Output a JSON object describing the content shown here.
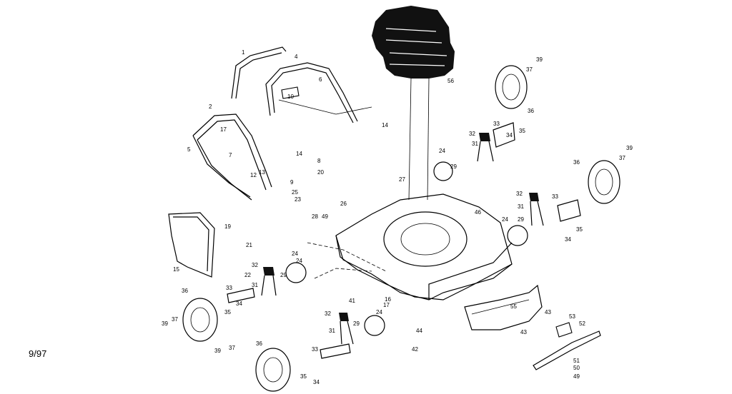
{
  "date_code": "9/97",
  "callouts": [
    {
      "id": "c1",
      "text": "1"
    },
    {
      "id": "c2",
      "text": "2"
    },
    {
      "id": "c4",
      "text": "4"
    },
    {
      "id": "c5",
      "text": "5"
    },
    {
      "id": "c6",
      "text": "6"
    },
    {
      "id": "c7",
      "text": "7"
    },
    {
      "id": "c8",
      "text": "8"
    },
    {
      "id": "c9",
      "text": "9"
    },
    {
      "id": "c10",
      "text": "10"
    },
    {
      "id": "c12",
      "text": "12"
    },
    {
      "id": "c13",
      "text": "13"
    },
    {
      "id": "c14a",
      "text": "14"
    },
    {
      "id": "c14b",
      "text": "14"
    },
    {
      "id": "c15",
      "text": "15"
    },
    {
      "id": "c16",
      "text": "16"
    },
    {
      "id": "c17a",
      "text": "17"
    },
    {
      "id": "c17b",
      "text": "17"
    },
    {
      "id": "c19",
      "text": "19"
    },
    {
      "id": "c20",
      "text": "20"
    },
    {
      "id": "c21",
      "text": "21"
    },
    {
      "id": "c22",
      "text": "22"
    },
    {
      "id": "c23",
      "text": "23"
    },
    {
      "id": "c24a",
      "text": "24"
    },
    {
      "id": "c24b",
      "text": "24"
    },
    {
      "id": "c24c",
      "text": "24"
    },
    {
      "id": "c24d",
      "text": "24"
    },
    {
      "id": "c24e",
      "text": "24"
    },
    {
      "id": "c25",
      "text": "25"
    },
    {
      "id": "c26",
      "text": "26"
    },
    {
      "id": "c27",
      "text": "27"
    },
    {
      "id": "c28",
      "text": "28"
    },
    {
      "id": "c29a",
      "text": "29"
    },
    {
      "id": "c29b",
      "text": "29"
    },
    {
      "id": "c29c",
      "text": "29"
    },
    {
      "id": "c29d",
      "text": "29"
    },
    {
      "id": "c31a",
      "text": "31"
    },
    {
      "id": "c31b",
      "text": "31"
    },
    {
      "id": "c31c",
      "text": "31"
    },
    {
      "id": "c31d",
      "text": "31"
    },
    {
      "id": "c32a",
      "text": "32"
    },
    {
      "id": "c32b",
      "text": "32"
    },
    {
      "id": "c32c",
      "text": "32"
    },
    {
      "id": "c32d",
      "text": "32"
    },
    {
      "id": "c33a",
      "text": "33"
    },
    {
      "id": "c33b",
      "text": "33"
    },
    {
      "id": "c33c",
      "text": "33"
    },
    {
      "id": "c33d",
      "text": "33"
    },
    {
      "id": "c34a",
      "text": "34"
    },
    {
      "id": "c34b",
      "text": "34"
    },
    {
      "id": "c34c",
      "text": "34"
    },
    {
      "id": "c34d",
      "text": "34"
    },
    {
      "id": "c35a",
      "text": "35"
    },
    {
      "id": "c35b",
      "text": "35"
    },
    {
      "id": "c35c",
      "text": "35"
    },
    {
      "id": "c35d",
      "text": "35"
    },
    {
      "id": "c36a",
      "text": "36"
    },
    {
      "id": "c36b",
      "text": "36"
    },
    {
      "id": "c36c",
      "text": "36"
    },
    {
      "id": "c36d",
      "text": "36"
    },
    {
      "id": "c37a",
      "text": "37"
    },
    {
      "id": "c37b",
      "text": "37"
    },
    {
      "id": "c37c",
      "text": "37"
    },
    {
      "id": "c37d",
      "text": "37"
    },
    {
      "id": "c39a",
      "text": "39"
    },
    {
      "id": "c39b",
      "text": "39"
    },
    {
      "id": "c39c",
      "text": "39"
    },
    {
      "id": "c39d",
      "text": "39"
    },
    {
      "id": "c41",
      "text": "41"
    },
    {
      "id": "c42",
      "text": "42"
    },
    {
      "id": "c43a",
      "text": "43"
    },
    {
      "id": "c43b",
      "text": "43"
    },
    {
      "id": "c44",
      "text": "44"
    },
    {
      "id": "c46",
      "text": "46"
    },
    {
      "id": "c49a",
      "text": "49"
    },
    {
      "id": "c49b",
      "text": "49"
    },
    {
      "id": "c50",
      "text": "50"
    },
    {
      "id": "c51",
      "text": "51"
    },
    {
      "id": "c52",
      "text": "52"
    },
    {
      "id": "c53",
      "text": "53"
    },
    {
      "id": "c55",
      "text": "55"
    },
    {
      "id": "c56",
      "text": "56"
    }
  ]
}
